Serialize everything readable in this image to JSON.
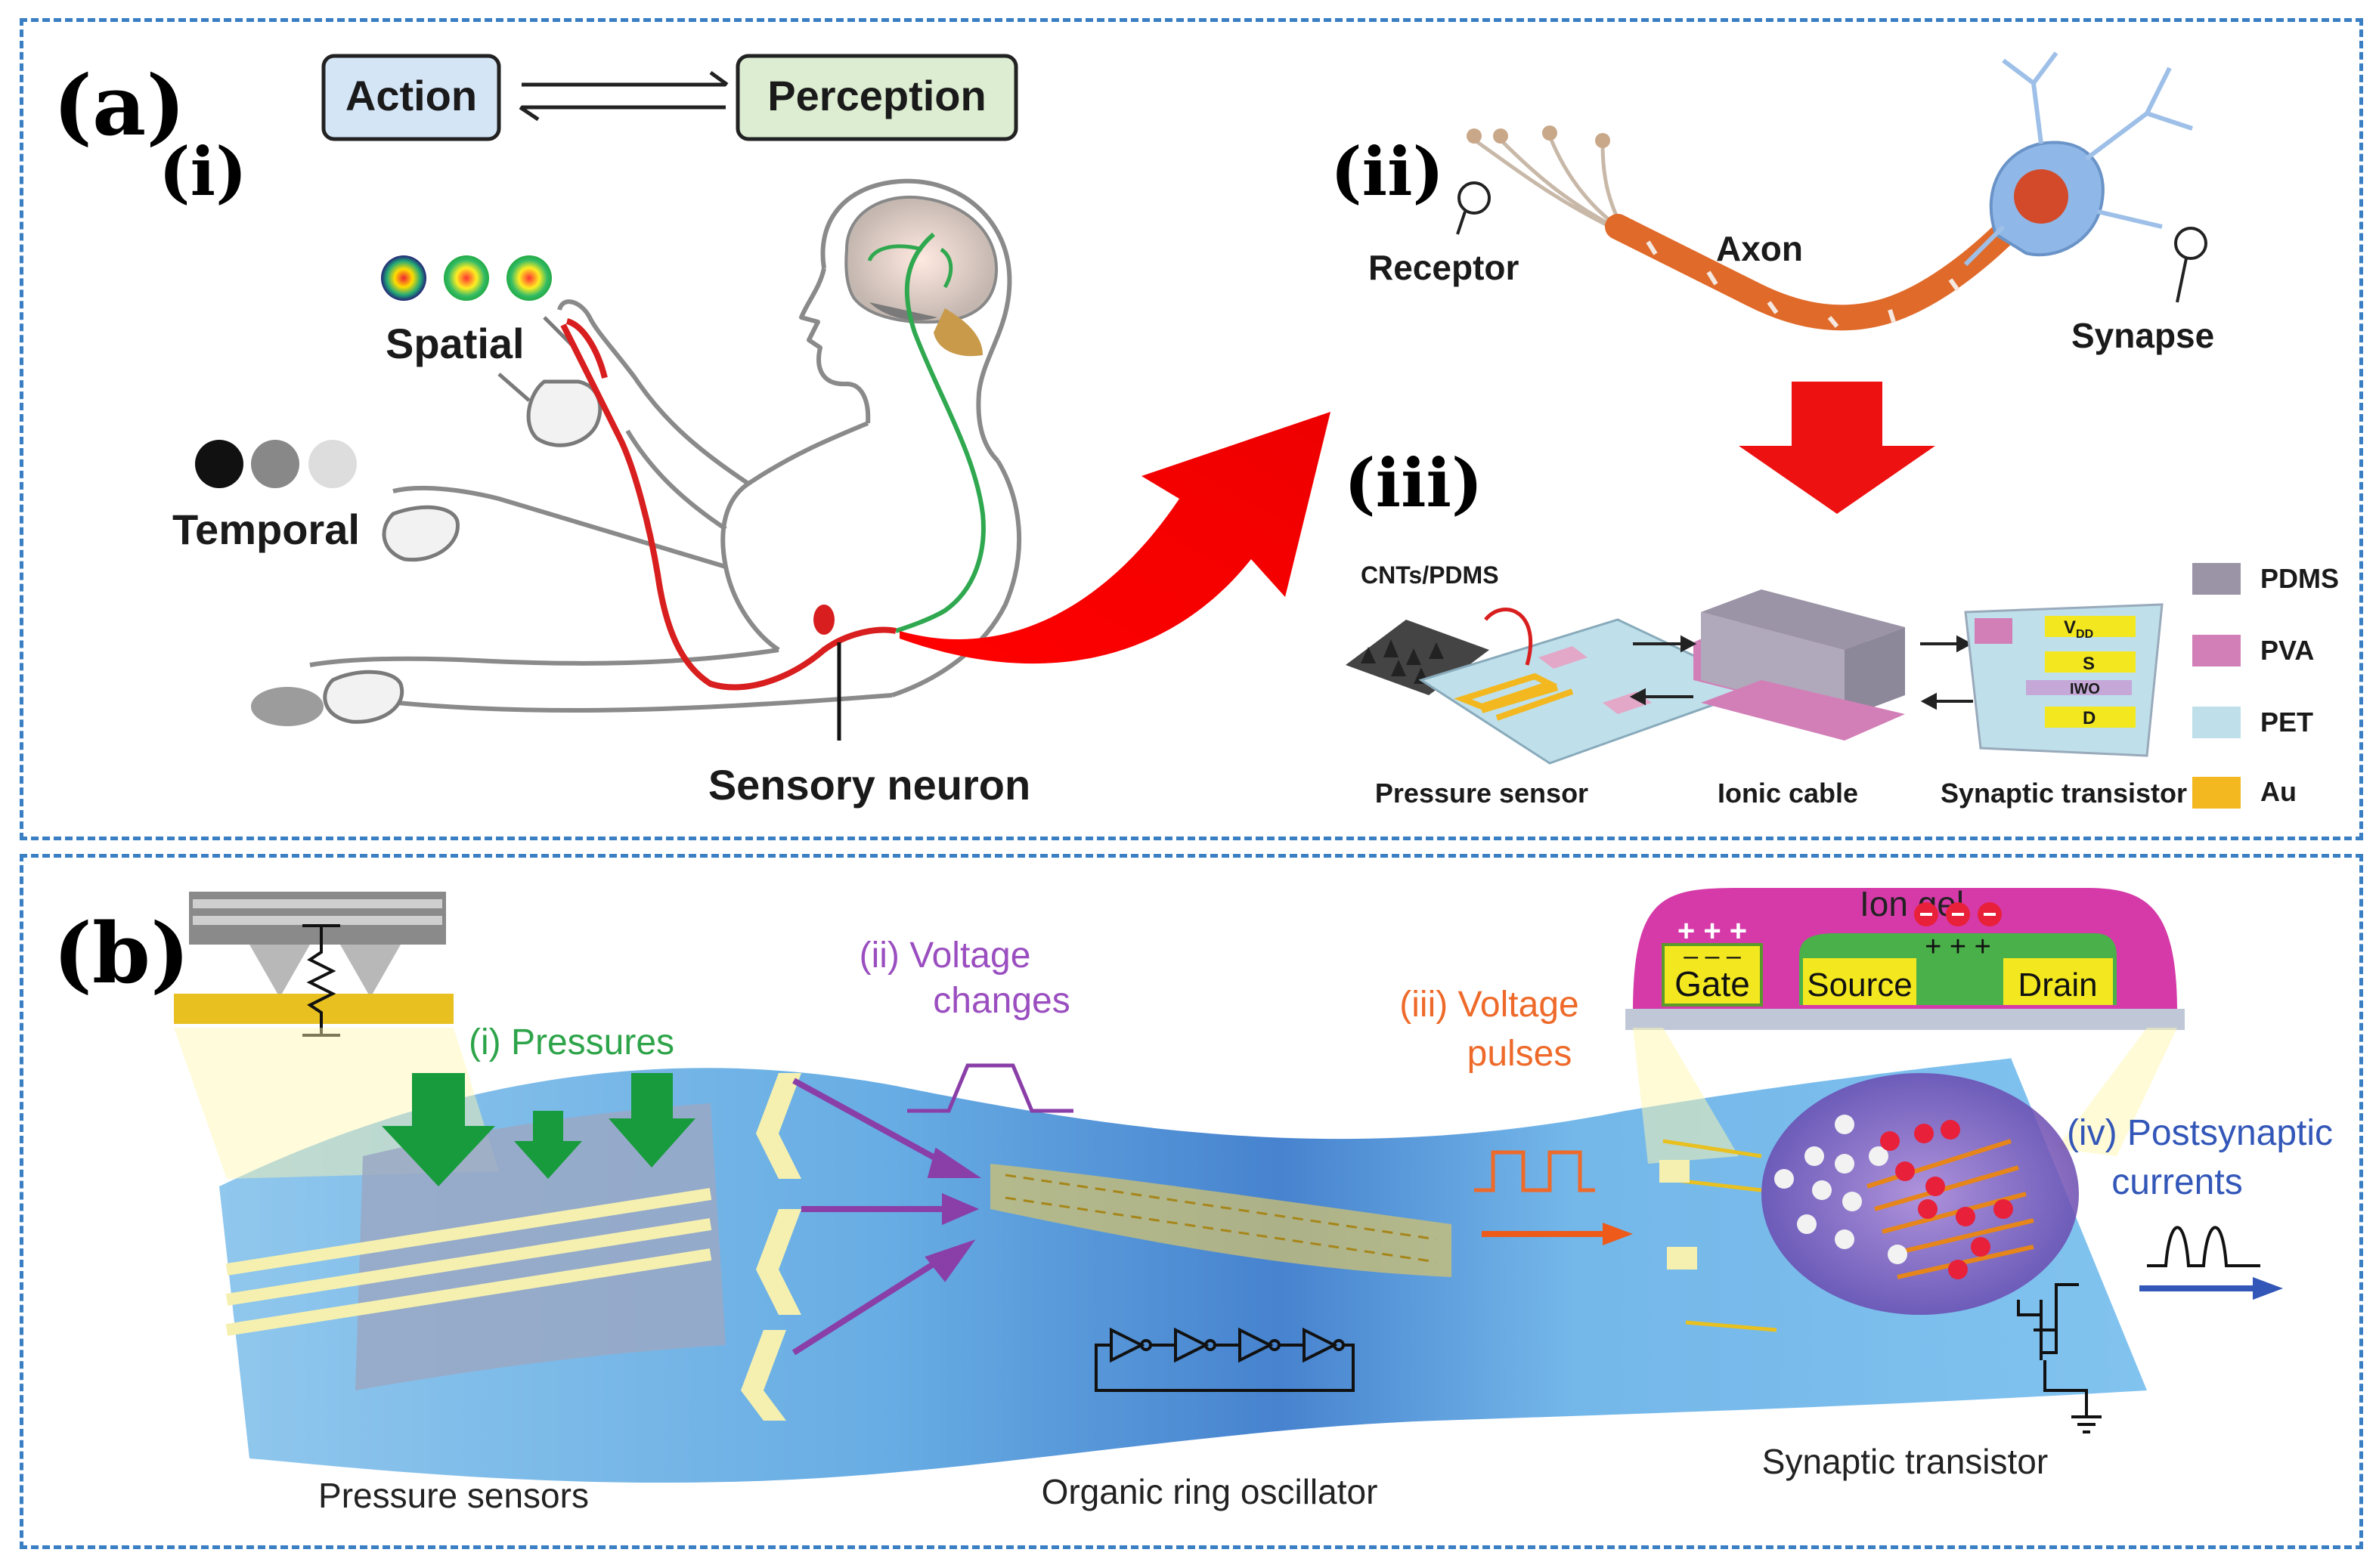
{
  "panel_a": {
    "label": "(a)",
    "sub_i": "(i)",
    "sub_ii": "(ii)",
    "sub_iii": "(iii)",
    "action": "Action",
    "perception": "Perception",
    "spatial": "Spatial",
    "temporal": "Temporal",
    "sensory_neuron": "Sensory neuron",
    "receptor": "Receptor",
    "axon": "Axon",
    "synapse": "Synapse",
    "cnts_pdms": "CNTs/PDMS",
    "pressure_sensor": "Pressure sensor",
    "ionic_cable": "Ionic cable",
    "synaptic_transistor": "Synaptic transistor",
    "vdd": "V",
    "vdd_sub": "DD",
    "s": "S",
    "iwo": "IWO",
    "d": "D",
    "legend": [
      {
        "label": "PDMS",
        "color": "#9a94a6"
      },
      {
        "label": "PVA",
        "color": "#d27fb8"
      },
      {
        "label": "PET",
        "color": "#bfe0ea"
      },
      {
        "label": "Au",
        "color": "#f3b820"
      }
    ]
  },
  "panel_b": {
    "label": "(b)",
    "pressures": "(i) Pressures",
    "voltage_changes_1": "(ii) Voltage",
    "voltage_changes_2": "changes",
    "voltage_pulses_1": "(iii) Voltage",
    "voltage_pulses_2": "pulses",
    "postsynaptic_1": "(iv) Postsynaptic",
    "postsynaptic_2": "currents",
    "ion_gel": "Ion gel",
    "gate": "Gate",
    "source": "Source",
    "drain": "Drain",
    "plus3": "+ + +",
    "minus3": "– – –",
    "pressure_sensors": "Pressure sensors",
    "ring_oscillator": "Organic ring oscillator",
    "synaptic_transistor": "Synaptic transistor"
  }
}
